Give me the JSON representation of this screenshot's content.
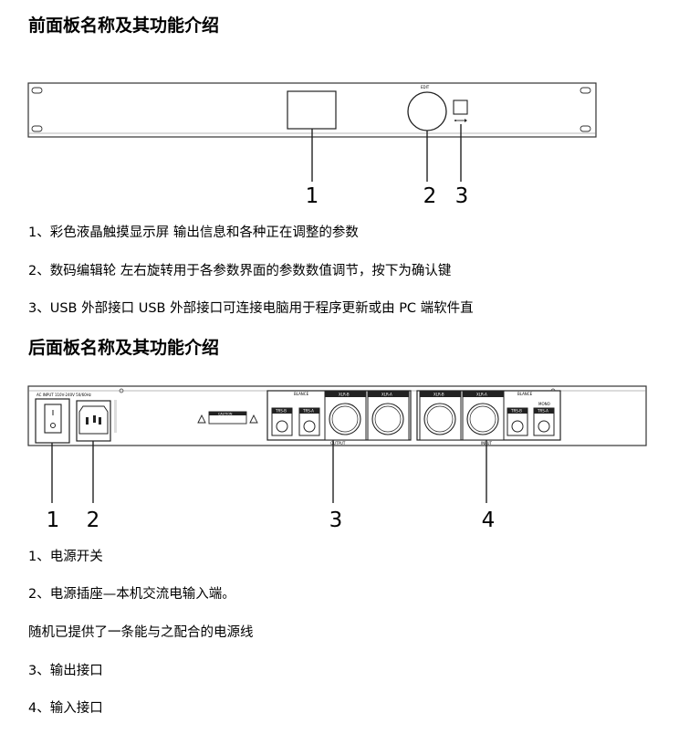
{
  "front": {
    "heading": "前面板名称及其功能介绍",
    "panel_label_edit": "EDIT",
    "callouts": [
      "1",
      "2",
      "3"
    ],
    "items": [
      "1、彩色液晶触摸显示屏 输出信息和各种正在调整的参数",
      "2、数码编辑轮 左右旋转用于各参数界面的参数数值调节，按下为确认键",
      "3、USB 外部接口 USB 外部接口可连接电脑用于程序更新或由 PC 端软件直"
    ]
  },
  "rear": {
    "heading": "后面板名称及其功能介绍",
    "panel_labels": {
      "ac_input": "AC INPUT 110V-240V 50/60Hz",
      "caution": "CAUTION",
      "balance_out": "BLANCE",
      "balance_in": "BLANCE",
      "output": "OUTPUT",
      "input": "INPUT",
      "mono": "MONO",
      "trs_b_out": "TRS-B",
      "trs_a_out": "TRS-A",
      "xlr_b_out": "XLR-B",
      "xlr_a_out": "XLR-A",
      "xlr_b_in": "XLR-B",
      "xlr_a_in": "XLR-A",
      "trs_b_in": "TRS-B",
      "trs_a_in": "TRS-A"
    },
    "callouts": [
      "1",
      "2",
      "3",
      "4"
    ],
    "items": [
      "1、电源开关",
      "2、电源插座—本机交流电输入端。",
      "随机已提供了一条能与之配合的电源线",
      "3、输出接口",
      "4、输入接口"
    ]
  }
}
